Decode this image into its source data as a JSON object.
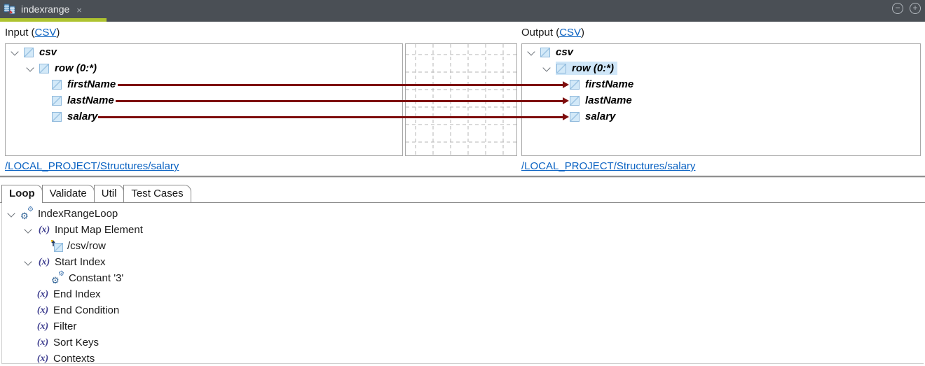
{
  "titlebar": {
    "document_title": "indexrange",
    "close_label": "×",
    "zoom_out_label": "−",
    "zoom_in_label": "+",
    "accent_underline_color": "#aec32f"
  },
  "panes": {
    "input": {
      "header_prefix": "Input (",
      "format_link": "CSV",
      "header_suffix": ")",
      "structure_link": "/LOCAL_PROJECT/Structures/salary",
      "tree": [
        {
          "label": "csv",
          "icon": "element-icon",
          "expanded": true
        },
        {
          "label": "row (0:*)",
          "icon": "element-icon",
          "expanded": true
        },
        {
          "label": "firstName",
          "icon": "element-icon"
        },
        {
          "label": "lastName",
          "icon": "element-icon"
        },
        {
          "label": "salary",
          "icon": "element-icon"
        }
      ]
    },
    "output": {
      "header_prefix": "Output (",
      "format_link": "CSV",
      "header_suffix": ")",
      "structure_link": "/LOCAL_PROJECT/Structures/salary",
      "selected_node": "row (0:*)",
      "tree": [
        {
          "label": "csv",
          "icon": "element-icon",
          "expanded": true
        },
        {
          "label": "row (0:*)",
          "icon": "element-icon",
          "expanded": true,
          "selected": true
        },
        {
          "label": "firstName",
          "icon": "element-icon"
        },
        {
          "label": "lastName",
          "icon": "element-icon"
        },
        {
          "label": "salary",
          "icon": "element-icon"
        }
      ]
    },
    "connections": {
      "color": "#7e0d0d",
      "mappings": [
        {
          "from": "firstName",
          "to": "firstName"
        },
        {
          "from": "lastName",
          "to": "lastName"
        },
        {
          "from": "salary",
          "to": "salary"
        }
      ]
    }
  },
  "tabs": {
    "active": "Loop",
    "items": [
      {
        "label": "Loop"
      },
      {
        "label": "Validate"
      },
      {
        "label": "Util"
      },
      {
        "label": "Test Cases"
      }
    ]
  },
  "loop_panel": {
    "tree": [
      {
        "label": "IndexRangeLoop",
        "icon": "gears-icon",
        "depth": 0,
        "expanded": true
      },
      {
        "label": "Input Map Element",
        "icon": "function-icon",
        "depth": 1,
        "expanded": true
      },
      {
        "label": "/csv/row",
        "icon": "mapped-element-icon",
        "depth": 2
      },
      {
        "label": "Start Index",
        "icon": "function-icon",
        "depth": 1,
        "expanded": true
      },
      {
        "label": "Constant '3'",
        "icon": "gears-icon",
        "depth": 2
      },
      {
        "label": "End Index",
        "icon": "function-icon",
        "depth": 1
      },
      {
        "label": "End Condition",
        "icon": "function-icon",
        "depth": 1
      },
      {
        "label": "Filter",
        "icon": "function-icon",
        "depth": 1
      },
      {
        "label": "Sort Keys",
        "icon": "function-icon",
        "depth": 1
      },
      {
        "label": "Contexts",
        "icon": "function-icon",
        "depth": 1
      }
    ]
  }
}
